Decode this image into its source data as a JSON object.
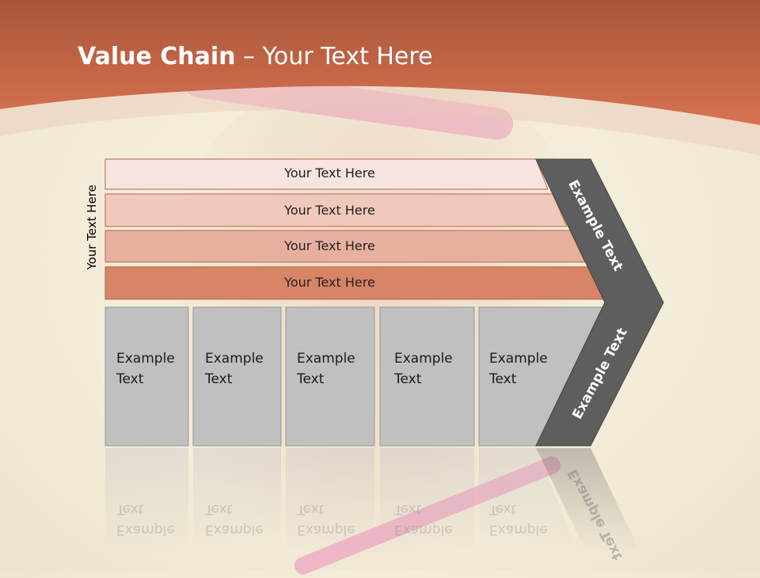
{
  "slide": {
    "title_bold": "Value Chain",
    "title_rest": " – Your Text Here",
    "vertical_label": "Your Text Here"
  },
  "bars": [
    {
      "label": "Your Text Here",
      "fill": "#f6e4de"
    },
    {
      "label": "Your Text Here",
      "fill": "#f0c9bc"
    },
    {
      "label": "Your Text Here",
      "fill": "#e7b09e"
    },
    {
      "label": "Your Text Here",
      "fill": "#d88466"
    }
  ],
  "boxes": [
    {
      "line1": "Example",
      "line2": "Text"
    },
    {
      "line1": "Example",
      "line2": "Text"
    },
    {
      "line1": "Example",
      "line2": "Text"
    },
    {
      "line1": "Example",
      "line2": "Text"
    },
    {
      "line1": "Example",
      "line2": "Text"
    }
  ],
  "chevron": {
    "upper_text": "Example Text",
    "lower_text": "Example Text",
    "fill": "#5e5e5e"
  },
  "colors": {
    "header": "#c9694a",
    "box_fill": "#c0c0c0",
    "bar_stroke": "#b8664a"
  }
}
